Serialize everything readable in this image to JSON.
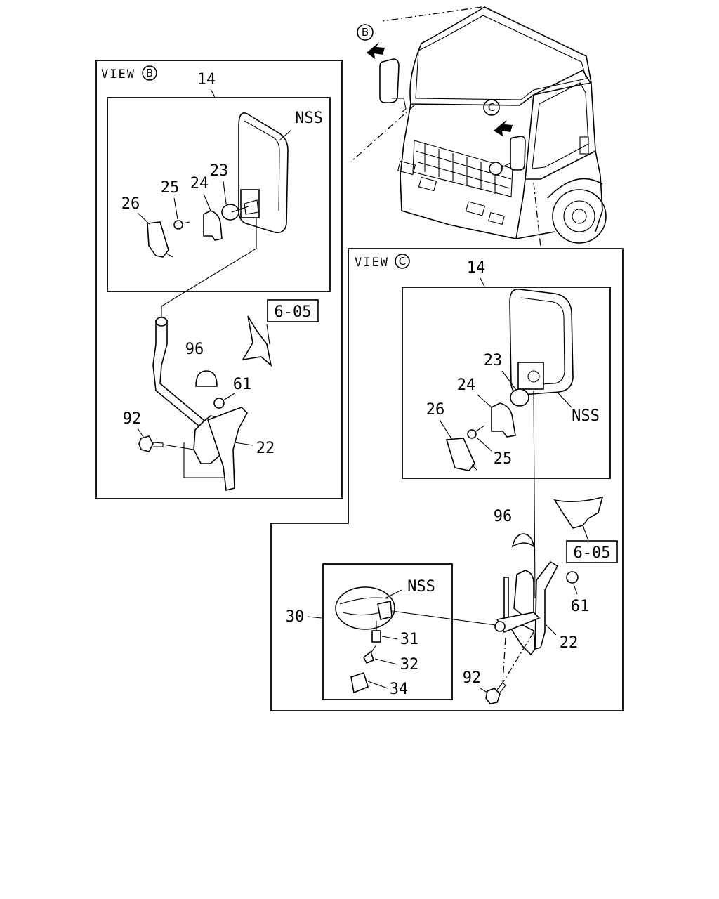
{
  "views": {
    "b": {
      "title": "VIEW",
      "marker": "B"
    },
    "c": {
      "title": "VIEW",
      "marker": "C"
    }
  },
  "truck": {
    "arrow_b": "B",
    "arrow_c": "C"
  },
  "callouts_b": {
    "p14": "14",
    "nss": "NSS",
    "p23": "23",
    "p24": "24",
    "p25": "25",
    "p26": "26",
    "ref": "6-05",
    "p96": "96",
    "p61": "61",
    "p92": "92",
    "p22": "22"
  },
  "callouts_c": {
    "p14": "14",
    "nss": "NSS",
    "p23": "23",
    "p24": "24",
    "p25": "25",
    "p26": "26",
    "ref": "6-05",
    "p96": "96",
    "p61": "61",
    "p92": "92",
    "p22": "22",
    "p30": "30",
    "nss2": "NSS",
    "p31": "31",
    "p32": "32",
    "p34": "34"
  }
}
